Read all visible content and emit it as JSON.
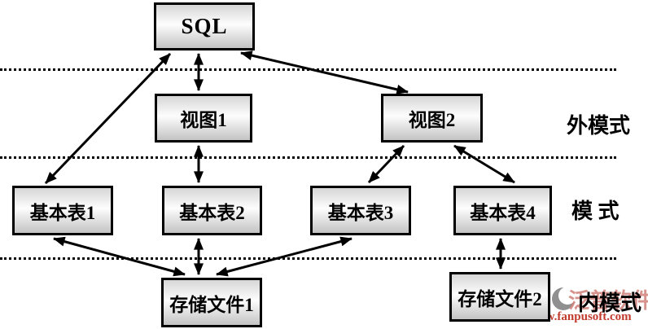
{
  "diagram": {
    "nodes": {
      "sql": "SQL",
      "view1": "视图1",
      "view2": "视图2",
      "table1": "基本表1",
      "table2": "基本表2",
      "table3": "基本表3",
      "table4": "基本表4",
      "file1": "存储文件1",
      "file2": "存储文件2"
    },
    "layer_labels": {
      "external": "外模式",
      "conceptual": "模 式",
      "internal": "内模式"
    },
    "edges": [
      {
        "from": "sql",
        "to": "table1",
        "bidirectional": true
      },
      {
        "from": "sql",
        "to": "view1",
        "bidirectional": true
      },
      {
        "from": "sql",
        "to": "view2",
        "bidirectional": true
      },
      {
        "from": "view1",
        "to": "table2",
        "bidirectional": true
      },
      {
        "from": "view2",
        "to": "table3",
        "bidirectional": true
      },
      {
        "from": "view2",
        "to": "table4",
        "bidirectional": true
      },
      {
        "from": "table1",
        "to": "file1",
        "bidirectional": true
      },
      {
        "from": "table2",
        "to": "file1",
        "bidirectional": true
      },
      {
        "from": "table3",
        "to": "file1",
        "bidirectional": true
      },
      {
        "from": "table4",
        "to": "file2",
        "bidirectional": true
      }
    ],
    "separator_count": 3,
    "colors": {
      "box_border": "#000000",
      "box_gradient_top": "#d6d6d6",
      "box_gradient_mid": "#fdfdfd",
      "box_gradient_bottom": "#c3c3c3",
      "line": "#000000",
      "watermark_text": "#d08078",
      "watermark_url": "#c23b2e",
      "watermark_logo": "#8f8f8f"
    }
  },
  "watermark": {
    "brand": "泛普软件",
    "url": "www.fanpusoft.com"
  }
}
